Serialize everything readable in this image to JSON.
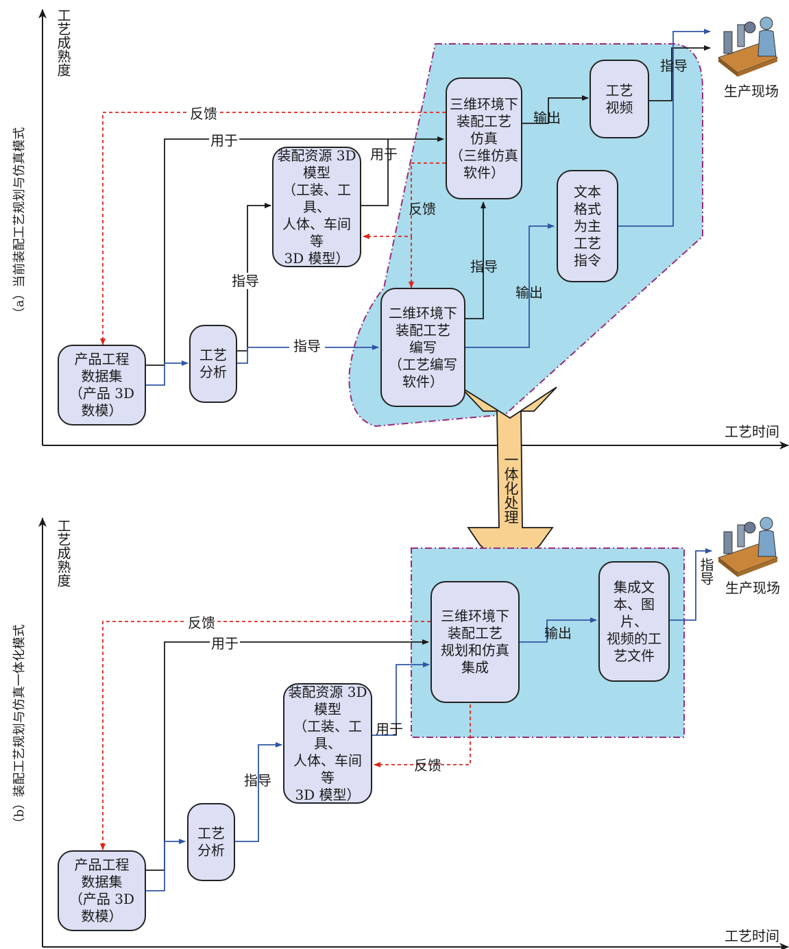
{
  "panel_a": {
    "title": "（a）当前装配工艺规划与仿真模式",
    "y_axis": "工艺成熟度",
    "x_axis": "工艺时间",
    "boxes": {
      "product": "产品工程\n数据集\n（产品 3D\n数模）",
      "analysis": "工艺\n分析",
      "resource": "装配资源 3D\n模型\n（工装、工具、\n人体、车间等\n3D 模型）",
      "sim3d": "三维环境下\n装配工艺\n仿真\n（三维仿真\n软件）",
      "video": "工艺\n视频",
      "text_instr": "文本\n格式\n为主\n工艺\n指令",
      "write2d": "二维环境下\n装配工艺\n编写\n（工艺编写\n软件）"
    },
    "labels": {
      "feedback_top": "反馈",
      "used_for_top": "用于",
      "used_for_mid": "用于",
      "feedback_mid": "反馈",
      "guide_left": "指导",
      "guide_mid": "指导",
      "guide_up": "指导",
      "output_top": "输出",
      "output_mid": "输出",
      "guide_right": "指导",
      "site": "生产现场"
    }
  },
  "center_arrow": {
    "label": "一体化处理"
  },
  "panel_b": {
    "title": "（b）装配工艺规划与仿真一体化模式",
    "y_axis": "工艺成熟度",
    "x_axis": "工艺时间",
    "boxes": {
      "product": "产品工程\n数据集\n（产品 3D\n数模）",
      "analysis": "工艺\n分析",
      "resource": "装配资源 3D\n模型\n（工装、工具、\n人体、车间等\n3D 模型）",
      "integrated": "三维环境下\n装配工艺\n规划和仿真\n集成",
      "document": "集成文\n本、图片、\n视频的工\n艺文件"
    },
    "labels": {
      "feedback_top": "反馈",
      "used_for_top": "用于",
      "used_for_mid": "用于",
      "feedback_bottom": "反馈",
      "guide_left": "指导",
      "output": "输出",
      "guide_right": "指导",
      "site": "生产现场"
    }
  },
  "colors": {
    "region_fill": "#a9dcec",
    "region_border": "#9a2a7a",
    "box_fill": "#dde0f4",
    "flow_blue": "#2f55a4",
    "flow_black": "#1a1a1a",
    "feedback_red": "#e0241b",
    "big_arrow": "#f8d191"
  }
}
